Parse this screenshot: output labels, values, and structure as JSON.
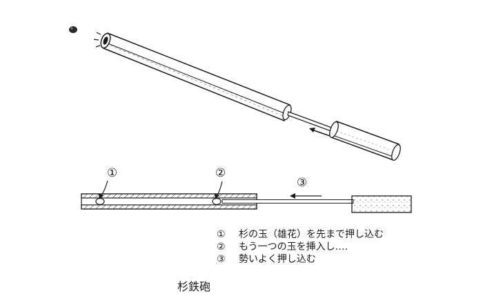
{
  "figure": {
    "step_markers": [
      "①",
      "②",
      "③"
    ],
    "legend": [
      {
        "marker": "①",
        "text": "杉の玉（雄花）を先まで押し込む"
      },
      {
        "marker": "②",
        "text": "もう一つの玉を挿入し‥‥"
      },
      {
        "marker": "③",
        "text": "勢いよく押し込む"
      }
    ],
    "caption": "杉鉄砲"
  }
}
